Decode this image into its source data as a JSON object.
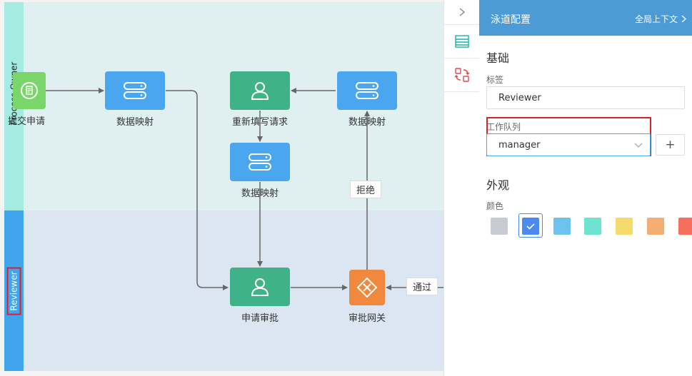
{
  "canvas": {
    "lanes": [
      {
        "name": "Process Owner"
      },
      {
        "name": "Reviewer"
      }
    ],
    "nodes": {
      "submit": "提交申请",
      "map1": "数据映射",
      "refill": "重新填写请求",
      "map3": "数据映射",
      "map2": "数据映射",
      "approve": "申请审批",
      "gateway": "审批网关"
    },
    "edges": {
      "reject": "拒绝",
      "pass": "通过"
    }
  },
  "toolbar": {
    "collapse_icon": "chevron-right-icon",
    "items": [
      "lanes-icon",
      "swap-icon"
    ]
  },
  "panel": {
    "title": "泳道配置",
    "global_link": "全局上下文",
    "basic": {
      "title": "基础",
      "label_caption": "标签",
      "label_value": "Reviewer",
      "queue_caption": "工作队列",
      "queue_value": "manager",
      "add_symbol": "+"
    },
    "appearance": {
      "title": "外观",
      "color_caption": "颜色",
      "swatches": [
        "#c8ccd2",
        "#4b8bf0",
        "#6cc3ee",
        "#6ee3cf",
        "#f5d96b",
        "#f4ae73",
        "#f66f5c"
      ],
      "selected_index": 1
    }
  },
  "colors": {
    "accent": "#4c9ad6",
    "highlight": "#d9232b"
  }
}
